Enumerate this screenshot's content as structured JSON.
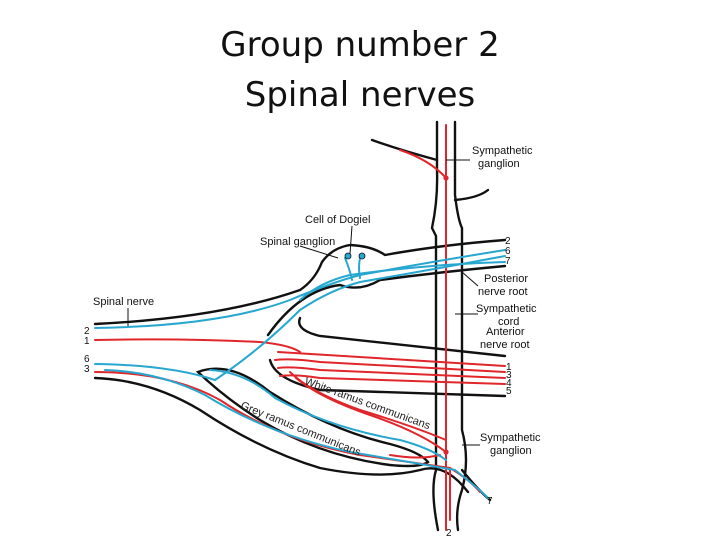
{
  "title": {
    "line1": "Group number 2",
    "line2": "Spinal nerves"
  },
  "labels": {
    "sympathetic_ganglion_top": [
      "Sympathetic",
      "ganglion"
    ],
    "cell_of_dogiel": "Cell of Dogiel",
    "spinal_ganglion": "Spinal ganglion",
    "spinal_nerve": "Spinal nerve",
    "posterior_nerve_root": [
      "Posterior",
      "nerve root"
    ],
    "sympathetic_cord": [
      "Sympathetic",
      "cord"
    ],
    "anterior_nerve_root": [
      "Anterior",
      "nerve root"
    ],
    "white_ramus": "White ramus communicans",
    "grey_ramus": "Grey ramus communicans",
    "sympathetic_ganglion_bottom": [
      "Sympathetic",
      "ganglion"
    ]
  },
  "fiber_numbers": {
    "left_upper": [
      "2",
      "1"
    ],
    "left_lower": [
      "6",
      "3"
    ],
    "posterior_root": [
      "2",
      "6",
      "7"
    ],
    "anterior_root": [
      "1",
      "3",
      "4",
      "5"
    ],
    "bottom_right": "7",
    "bottom": "2"
  },
  "colors": {
    "outline": "#111111",
    "motor_fiber": "#e0262a",
    "sensory_fiber": "#27a7cf"
  }
}
